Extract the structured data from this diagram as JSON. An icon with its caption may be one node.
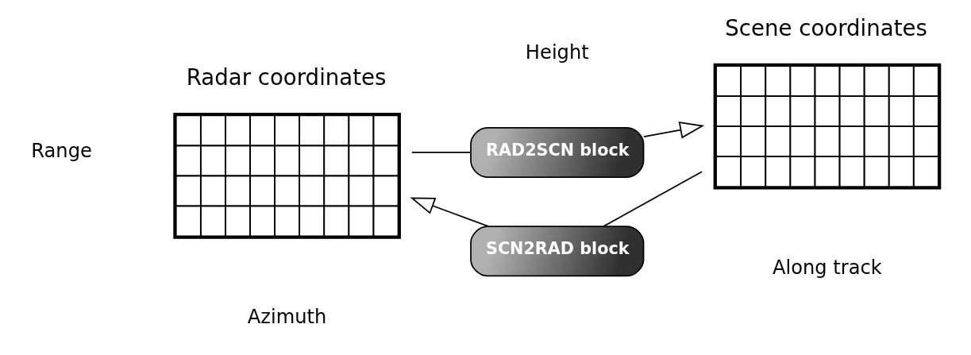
{
  "diagram": {
    "nodes": [
      {
        "text": [
          "Radar coordinates"
        ]
      },
      {
        "text": [
          "Scene coordinates"
        ]
      },
      {
        "text": [
          "RAD2SCN block"
        ]
      },
      {
        "text": [
          "SCN2RAD block"
        ]
      }
    ],
    "edges": [
      {
        "from": 0,
        "to": 2,
        "arrow": "none"
      },
      {
        "from": 2,
        "to": 1,
        "arrow": "to"
      },
      {
        "from": 1,
        "to": 3,
        "arrow": "none"
      },
      {
        "from": 3,
        "to": 0,
        "arrow": "to"
      }
    ],
    "labels": [
      "Range",
      "Azimuth",
      "Height",
      "Along track"
    ]
  }
}
